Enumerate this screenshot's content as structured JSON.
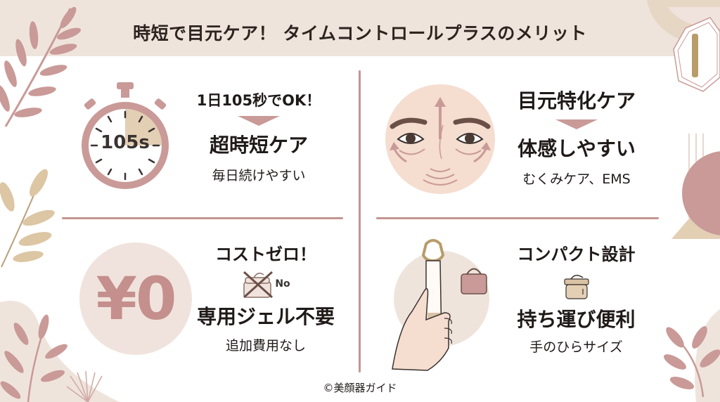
{
  "header": {
    "title": "時短で目元ケア！ タイムコントロールプラスのメリット"
  },
  "panels": [
    {
      "id": "time",
      "icon": "stopwatch-icon",
      "icon_label": "105s",
      "lead": "1日105秒でOK！",
      "main": "超時短ケア",
      "sub": "毎日続けやすい"
    },
    {
      "id": "eye",
      "icon": "face-icon",
      "lead": "目元特化ケア",
      "main": "体感しやすい",
      "sub": "むくみケア、EMS"
    },
    {
      "id": "cost",
      "icon": "yen-zero-icon",
      "icon_label": "¥0",
      "lead": "コストゼロ！",
      "badge": "No",
      "main": "専用ジェル不要",
      "sub": "追加費用なし"
    },
    {
      "id": "compact",
      "icon": "hand-device-icon",
      "lead": "コンパクト設計",
      "main": "持ち運び便利",
      "sub": "手のひらサイズ"
    }
  ],
  "footer": {
    "copyright": "©美顔器ガイド"
  },
  "colors": {
    "header_bg": "#efe4dc",
    "accent_rose": "#c39592",
    "accent_beige": "#d9c3a5",
    "text": "#1f1a18"
  }
}
